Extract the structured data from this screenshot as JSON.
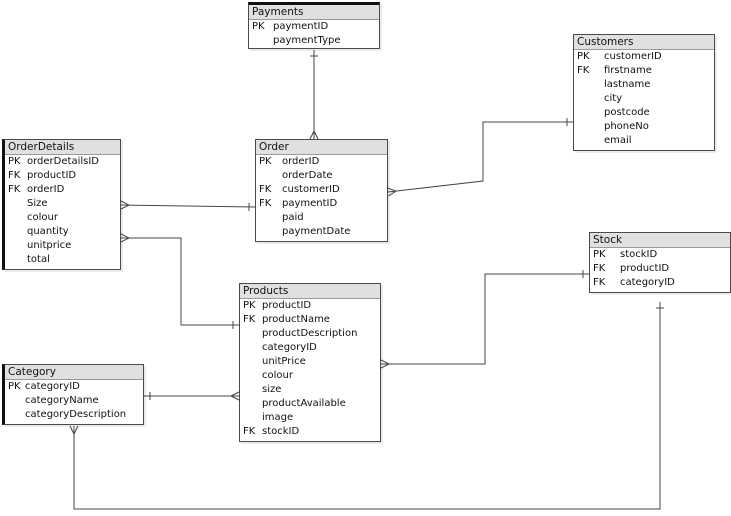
{
  "entities": [
    {
      "id": "payments",
      "name": "Payments",
      "rows": [
        {
          "key": "PK",
          "name": "paymentID"
        },
        {
          "key": "",
          "name": "paymentType"
        }
      ]
    },
    {
      "id": "customers",
      "name": "Customers",
      "rows": [
        {
          "key": "PK",
          "name": "customerID"
        },
        {
          "key": "FK",
          "name": "firstname"
        },
        {
          "key": "",
          "name": "lastname"
        },
        {
          "key": "",
          "name": "city"
        },
        {
          "key": "",
          "name": "postcode"
        },
        {
          "key": "",
          "name": "phoneNo"
        },
        {
          "key": "",
          "name": "email"
        }
      ]
    },
    {
      "id": "orderdetails",
      "name": "OrderDetails",
      "rows": [
        {
          "key": "PK",
          "name": "orderDetailsID"
        },
        {
          "key": "FK",
          "name": "productID"
        },
        {
          "key": "FK",
          "name": "orderID"
        },
        {
          "key": "",
          "name": "Size"
        },
        {
          "key": "",
          "name": "colour"
        },
        {
          "key": "",
          "name": "quantity"
        },
        {
          "key": "",
          "name": "unitprice"
        },
        {
          "key": "",
          "name": "total"
        }
      ]
    },
    {
      "id": "order",
      "name": "Order",
      "rows": [
        {
          "key": "PK",
          "name": "orderID"
        },
        {
          "key": "",
          "name": "orderDate"
        },
        {
          "key": "FK",
          "name": "customerID"
        },
        {
          "key": "FK",
          "name": "paymentID"
        },
        {
          "key": "",
          "name": "paid"
        },
        {
          "key": "",
          "name": "paymentDate"
        }
      ]
    },
    {
      "id": "stock",
      "name": "Stock",
      "rows": [
        {
          "key": "PK",
          "name": "stockID"
        },
        {
          "key": "FK",
          "name": "productID"
        },
        {
          "key": "FK",
          "name": "categoryID"
        }
      ]
    },
    {
      "id": "products",
      "name": "Products",
      "rows": [
        {
          "key": "PK",
          "name": "productID"
        },
        {
          "key": "FK",
          "name": "productName"
        },
        {
          "key": "",
          "name": "productDescription"
        },
        {
          "key": "",
          "name": "categoryID"
        },
        {
          "key": "",
          "name": "unitPrice"
        },
        {
          "key": "",
          "name": "colour"
        },
        {
          "key": "",
          "name": "size"
        },
        {
          "key": "",
          "name": "productAvailable"
        },
        {
          "key": "",
          "name": "image"
        },
        {
          "key": "FK",
          "name": "stockID"
        }
      ]
    },
    {
      "id": "category",
      "name": "Category",
      "rows": [
        {
          "key": "PK",
          "name": "categoryID"
        },
        {
          "key": "",
          "name": "categoryName"
        },
        {
          "key": "",
          "name": "categoryDescription"
        }
      ]
    }
  ],
  "relationships": [
    {
      "id": "payments-order",
      "from": "payments",
      "to": "order",
      "from_end": "one",
      "to_end": "many"
    },
    {
      "id": "customers-order",
      "from": "customers",
      "to": "order",
      "from_end": "one",
      "to_end": "many"
    },
    {
      "id": "order-orderdetails",
      "from": "order",
      "to": "orderdetails",
      "from_end": "one",
      "to_end": "many"
    },
    {
      "id": "products-orderdetails",
      "from": "products",
      "to": "orderdetails",
      "from_end": "one",
      "to_end": "many"
    },
    {
      "id": "stock-products",
      "from": "stock",
      "to": "products",
      "from_end": "one",
      "to_end": "many"
    },
    {
      "id": "category-products",
      "from": "category",
      "to": "products",
      "from_end": "one",
      "to_end": "many"
    },
    {
      "id": "stock-category",
      "from": "stock",
      "to": "category",
      "from_end": "one",
      "to_end": "many"
    }
  ],
  "colors": {
    "line": "#444444",
    "header_fill": "#e0e0e0",
    "border": "#4a4a4a"
  }
}
